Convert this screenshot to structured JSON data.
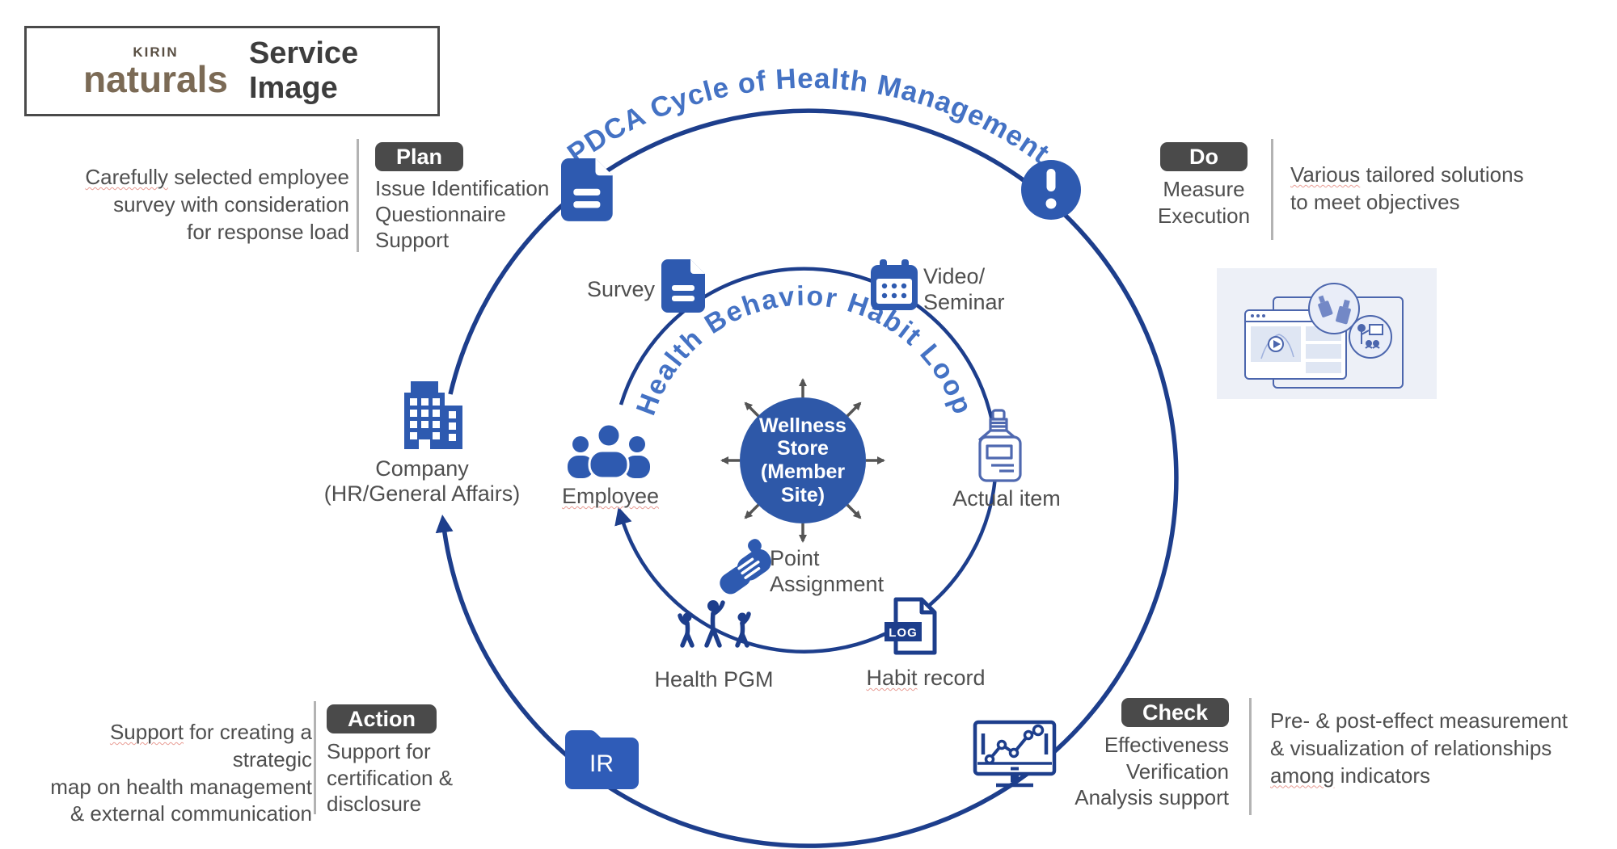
{
  "logo": {
    "kirin": "KIRIN",
    "naturals": "naturals",
    "title": "Service Image"
  },
  "cycle": {
    "outer_label": "PDCA Cycle of Health Management",
    "inner_label": "Health Behavior Habit Loop"
  },
  "center": {
    "lines": [
      "Wellness",
      "Store",
      "(Member",
      "Site)"
    ]
  },
  "nodes": {
    "survey": "Survey",
    "video": [
      "Video/",
      "Seminar"
    ],
    "actual_item": "Actual item",
    "habit_record": {
      "sq": "Habit",
      "rest": " record"
    },
    "health_pgm": "Health PGM",
    "point": [
      "Point",
      "Assignment"
    ],
    "employee": "Employee",
    "company": [
      "Company",
      "(HR/General Affairs)"
    ],
    "ir": "IR",
    "log": "LOG"
  },
  "plan": {
    "badge": "Plan",
    "lines": [
      "Issue Identification",
      "Questionnaire",
      "Support"
    ],
    "note": {
      "sq": "Carefully",
      "rest": " selected employee",
      "line2": "survey with consideration",
      "line3": "for response load"
    }
  },
  "do": {
    "badge": "Do",
    "lines": [
      "Measure",
      "Execution"
    ],
    "note": {
      "sq": "Various",
      "rest": " tailored solutions",
      "line2": "to meet objectives"
    }
  },
  "check": {
    "badge": "Check",
    "lines": [
      "Effectiveness",
      "Verification",
      "Analysis support"
    ],
    "note": {
      "line1": "Pre- & post-effect measurement",
      "line2": "& visualization of relationships",
      "sq": "among",
      "rest": " indicators"
    }
  },
  "action": {
    "badge": "Action",
    "lines": [
      "Support for",
      "certification &",
      "disclosure"
    ],
    "note": {
      "sq": "Support",
      "rest": " for creating a strategic",
      "line2": "map on health management",
      "line3": "& external communication"
    }
  },
  "colors": {
    "arc_navy": "#1d3e8c",
    "icon_blue": "#2e5ab0",
    "curve_text_blue": "#4472c4",
    "badge_gray": "#4a4a4a",
    "text_gray": "#4f4f4f",
    "brand_brown": "#7b6a55"
  }
}
